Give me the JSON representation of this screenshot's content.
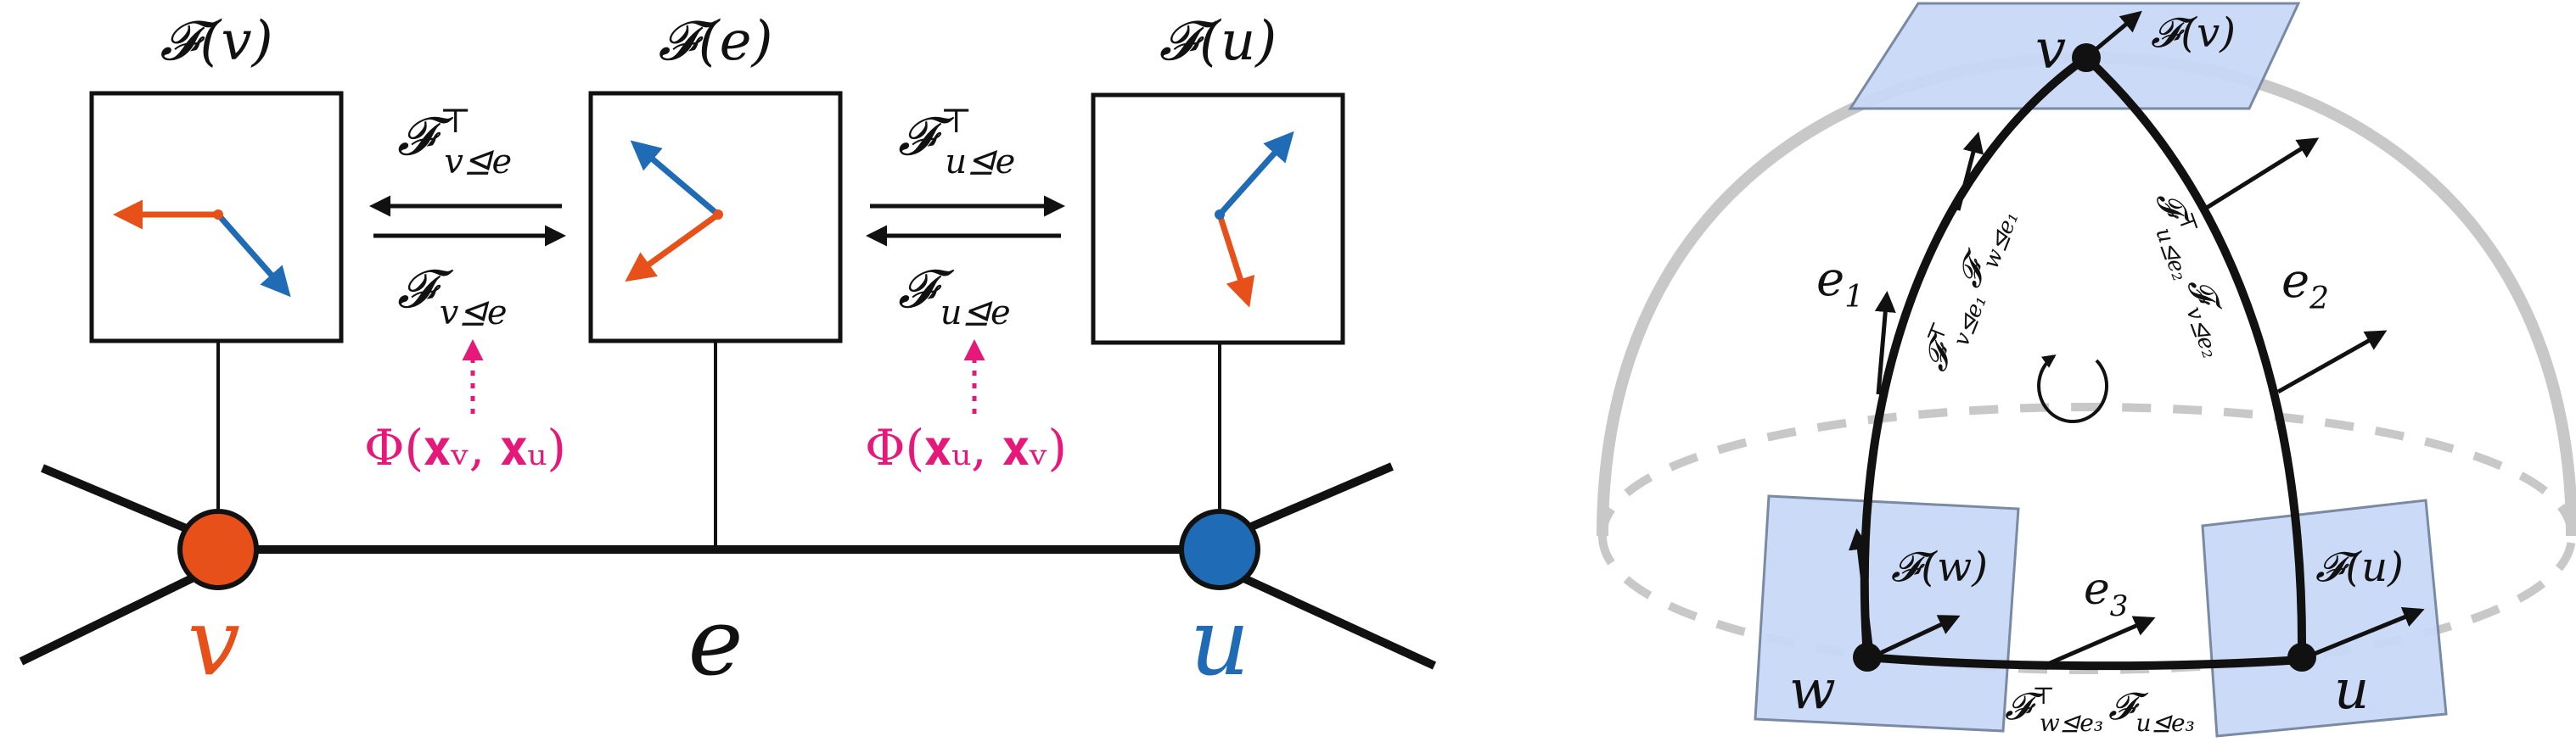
{
  "colors": {
    "orange": "#e8501a",
    "blue": "#1f6bb5",
    "magenta": "#e6197a",
    "gray": "#c8c8c8",
    "plane_fill": "#c8d8f5",
    "plane_stroke": "#7b8aa3",
    "black": "#111111"
  },
  "left": {
    "stalks": {
      "v": "𝓕(v)",
      "e": "𝓕(e)",
      "u": "𝓕(u)"
    },
    "maps": {
      "v_transpose": {
        "main": "𝓕",
        "sup": "⊤",
        "sub": "v⊴e"
      },
      "v": {
        "main": "𝓕",
        "sub": "v⊴e"
      },
      "u_transpose": {
        "main": "𝓕",
        "sup": "⊤",
        "sub": "u⊴e"
      },
      "u": {
        "main": "𝓕",
        "sub": "u⊴e"
      }
    },
    "phi": {
      "vu": "Φ(𝐱ᵥ, 𝐱ᵤ)",
      "uv": "Φ(𝐱ᵤ, 𝐱ᵥ)"
    },
    "nodes": {
      "v": "v",
      "e": "e",
      "u": "u"
    }
  },
  "right": {
    "vertices": {
      "v": "v",
      "w": "w",
      "u": "u"
    },
    "stalks": {
      "v": "𝓕(v)",
      "w": "𝓕(w)",
      "u": "𝓕(u)"
    },
    "edges": {
      "e1": {
        "main": "e",
        "sub": "1"
      },
      "e2": {
        "main": "e",
        "sub": "2"
      },
      "e3": {
        "main": "e",
        "sub": "3"
      }
    },
    "maps": {
      "e1": {
        "a": "𝓕",
        "a_sup": "⊤",
        "a_sub": "v⊴e₁",
        "b": "𝓕",
        "b_sub": "w⊴e₁"
      },
      "e2": {
        "a": "𝓕",
        "a_sup": "⊤",
        "a_sub": "u⊴e₂",
        "b": "𝓕",
        "b_sub": "v⊴e₂"
      },
      "e3": {
        "a": "𝓕",
        "a_sup": "⊤",
        "a_sub": "w⊴e₃",
        "b": "𝓕",
        "b_sub": "u⊴e₃"
      }
    }
  }
}
